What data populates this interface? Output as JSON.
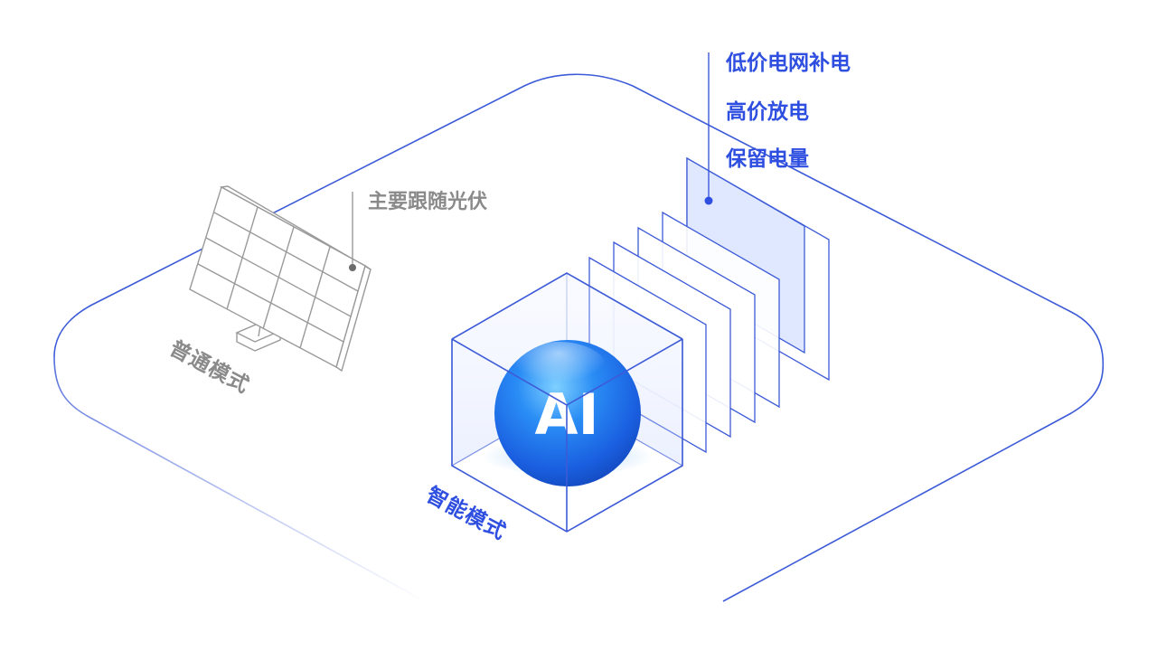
{
  "modes": {
    "normal": {
      "label": "普通模式",
      "callout": "主要跟随光伏"
    },
    "smart": {
      "label": "智能模式",
      "badge": "AI",
      "options": [
        "低价电网补电",
        "高价放电",
        "保留电量"
      ]
    }
  },
  "colors": {
    "platform_outline": "#3d5bd8",
    "accent_blue": "#2f4fe0",
    "gray_text": "#8a8a8a",
    "panel_line": "#9a9a9a",
    "highlight_fill": "#dfe8ff"
  }
}
